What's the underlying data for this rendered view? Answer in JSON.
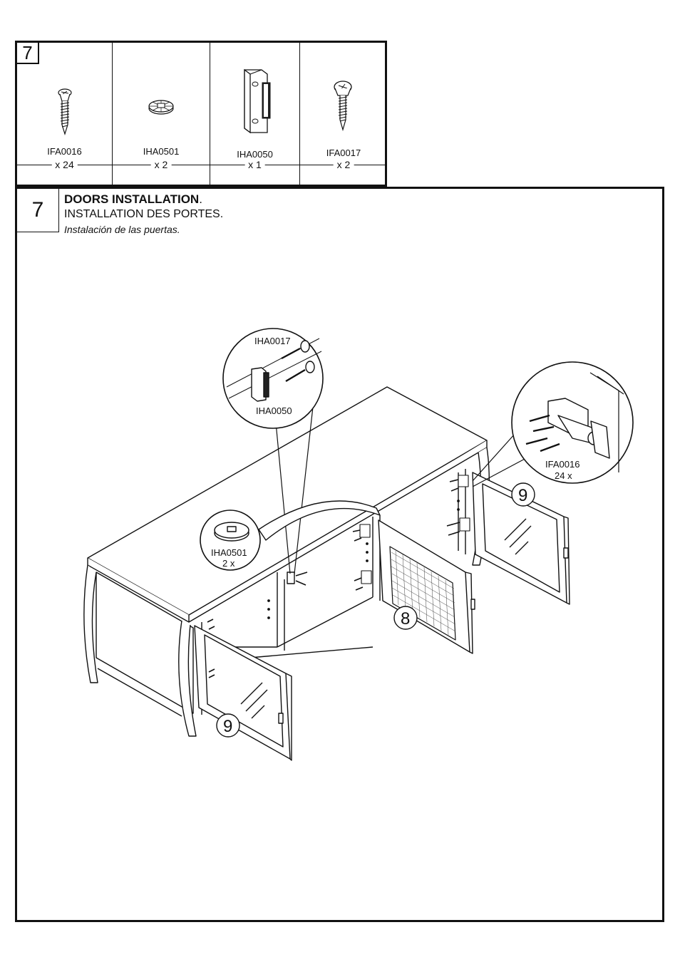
{
  "parts": {
    "step": "7",
    "items": [
      {
        "code": "IFA0016",
        "qty": "x 24",
        "icon": "flat-head-screw-icon"
      },
      {
        "code": "IHA0501",
        "qty": "x 2",
        "icon": "door-bumper-icon"
      },
      {
        "code": "IHA0050",
        "qty": "x 1",
        "icon": "magnetic-catch-icon"
      },
      {
        "code": "IFA0017",
        "qty": "x 2",
        "icon": "pan-head-screw-icon"
      }
    ]
  },
  "step": {
    "number": "7",
    "title_en": "DOORS INSTALLATION",
    "title_en_punct": ".",
    "title_fr": "INSTALLATION DES PORTES.",
    "title_es": "Instalación de las puertas."
  },
  "callouts": {
    "magnet_detail": {
      "screw_label": "IHA0017",
      "catch_label": "IHA0050"
    },
    "bumper_detail": {
      "label": "IHA0501",
      "qty": "2 x"
    },
    "hinge_detail": {
      "label": "IFA0016",
      "qty": "24 x"
    }
  },
  "door_numbers": {
    "left": "9",
    "center": "8",
    "right": "9"
  }
}
